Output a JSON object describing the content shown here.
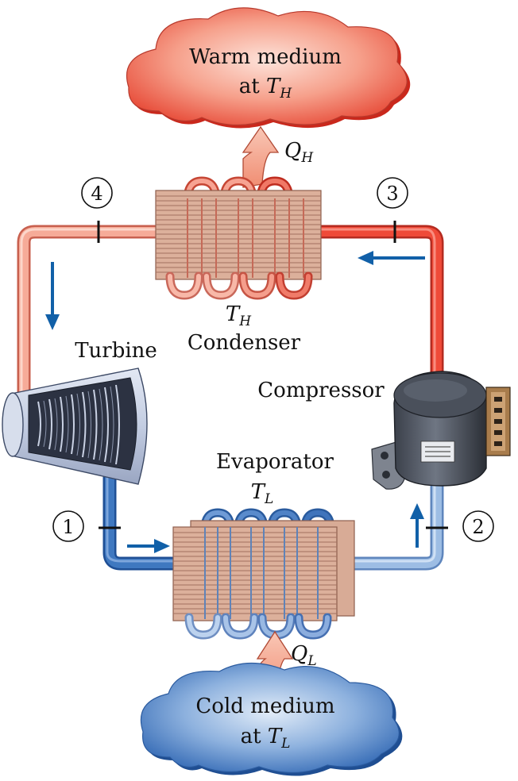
{
  "warm_medium": {
    "line1": "Warm medium",
    "line2_prefix": "at ",
    "symbol": "T",
    "subscript": "H"
  },
  "cold_medium": {
    "line1": "Cold medium",
    "line2_prefix": "at ",
    "symbol": "T",
    "subscript": "L"
  },
  "heat_out": {
    "symbol": "Q",
    "subscript": "H"
  },
  "heat_in": {
    "symbol": "Q",
    "subscript": "L"
  },
  "condenser": {
    "name": "Condenser",
    "temp_symbol": "T",
    "temp_subscript": "H"
  },
  "evaporator": {
    "name": "Evaporator",
    "temp_symbol": "T",
    "temp_subscript": "L"
  },
  "turbine": {
    "name": "Turbine"
  },
  "compressor": {
    "name": "Compressor"
  },
  "states": [
    {
      "label": "1"
    },
    {
      "label": "2"
    },
    {
      "label": "3"
    },
    {
      "label": "4"
    }
  ],
  "colors": {
    "hot_pipe": "#ee4b3c",
    "warm_pipe": "#f4a08e",
    "cold_pipe": "#3f78c0",
    "cool_pipe": "#8fb2dd",
    "flow_arrow": "#1160a8",
    "warm_cloud": "#f2735f",
    "cold_cloud": "#4e86c8",
    "heat_arrow": "#f6b4a0",
    "fins": "#d4a58e"
  }
}
